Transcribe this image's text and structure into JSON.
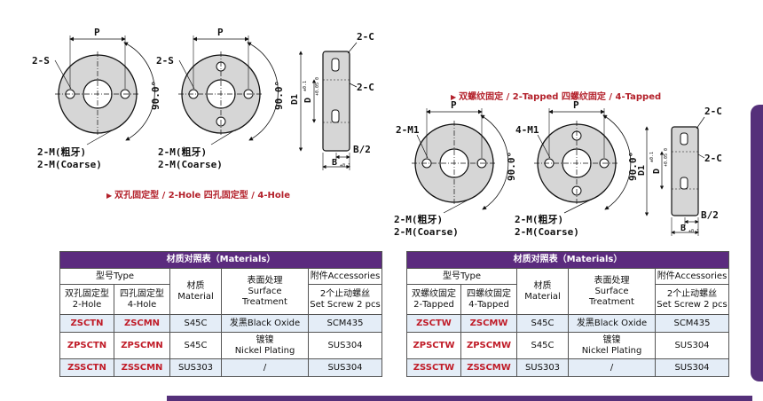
{
  "drawings": {
    "p_label": "P",
    "angle_label": "90.0°",
    "s_label": "2-S",
    "m1_label": "2-M1",
    "m1_label_4": "4-M1",
    "c_label": "2-C",
    "b2_label": "B/2",
    "b_label": "B",
    "b_sub": "±0.1",
    "d1_label": "D1",
    "d1_sub": "±0.1",
    "d_label": "D",
    "d_sub": "+0.05 0",
    "thread_cn": "2-M(粗牙)",
    "thread_en": "2-M(Coarse)"
  },
  "captions": {
    "hole": "双孔固定型 / 2-Hole    四孔固定型 / 4-Hole",
    "tapped": "双螺纹固定 / 2-Tapped    四螺纹固定 / 4-Tapped"
  },
  "table_left": {
    "title": "材质对照表（Materials）",
    "type_header": "型号Type",
    "col1": [
      "双孔固定型",
      "2-Hole"
    ],
    "col2": [
      "四孔固定型",
      "4-Hole"
    ],
    "col3": [
      "材质",
      "Material"
    ],
    "col4": [
      "表面处理",
      "Surface",
      "Treatment"
    ],
    "acc_header": "附件Accessories",
    "col5": [
      "2个止动螺丝",
      "Set Screw 2 pcs"
    ],
    "rows": [
      {
        "a": "ZSCTN",
        "b": "ZSCMN",
        "mat": "S45C",
        "surf": [
          "发黑Black Oxide"
        ],
        "acc": "SCM435"
      },
      {
        "a": "ZPSCTN",
        "b": "ZPSCMN",
        "mat": "S45C",
        "surf": [
          "镀镍",
          "Nickel Plating"
        ],
        "acc": "SUS304"
      },
      {
        "a": "ZSSCTN",
        "b": "ZSSCMN",
        "mat": "SUS303",
        "surf": [
          "/"
        ],
        "acc": "SUS304"
      }
    ]
  },
  "table_right": {
    "title": "材质对照表（Materials）",
    "type_header": "型号Type",
    "col1": [
      "双螺纹固定",
      "2-Tapped"
    ],
    "col2": [
      "四螺纹固定",
      "4-Tapped"
    ],
    "col3": [
      "材质",
      "Material"
    ],
    "col4": [
      "表面处理",
      "Surface",
      "Treatment"
    ],
    "acc_header": "附件Accessories",
    "col5": [
      "2个止动螺丝",
      "Set Screw 2 pcs"
    ],
    "rows": [
      {
        "a": "ZSCTW",
        "b": "ZSCMW",
        "mat": "S45C",
        "surf": [
          "发黑Black Oxide"
        ],
        "acc": "SCM435"
      },
      {
        "a": "ZPSCTW",
        "b": "ZPSCMW",
        "mat": "S45C",
        "surf": [
          "镀镍",
          "Nickel Plating"
        ],
        "acc": "SUS304"
      },
      {
        "a": "ZSSCTW",
        "b": "ZSSCMW",
        "mat": "SUS303",
        "surf": [
          "/"
        ],
        "acc": "SUS304"
      }
    ]
  },
  "colors": {
    "accent": "#5b2b7e",
    "red": "#c01c28",
    "shade": "#e4edf7"
  }
}
